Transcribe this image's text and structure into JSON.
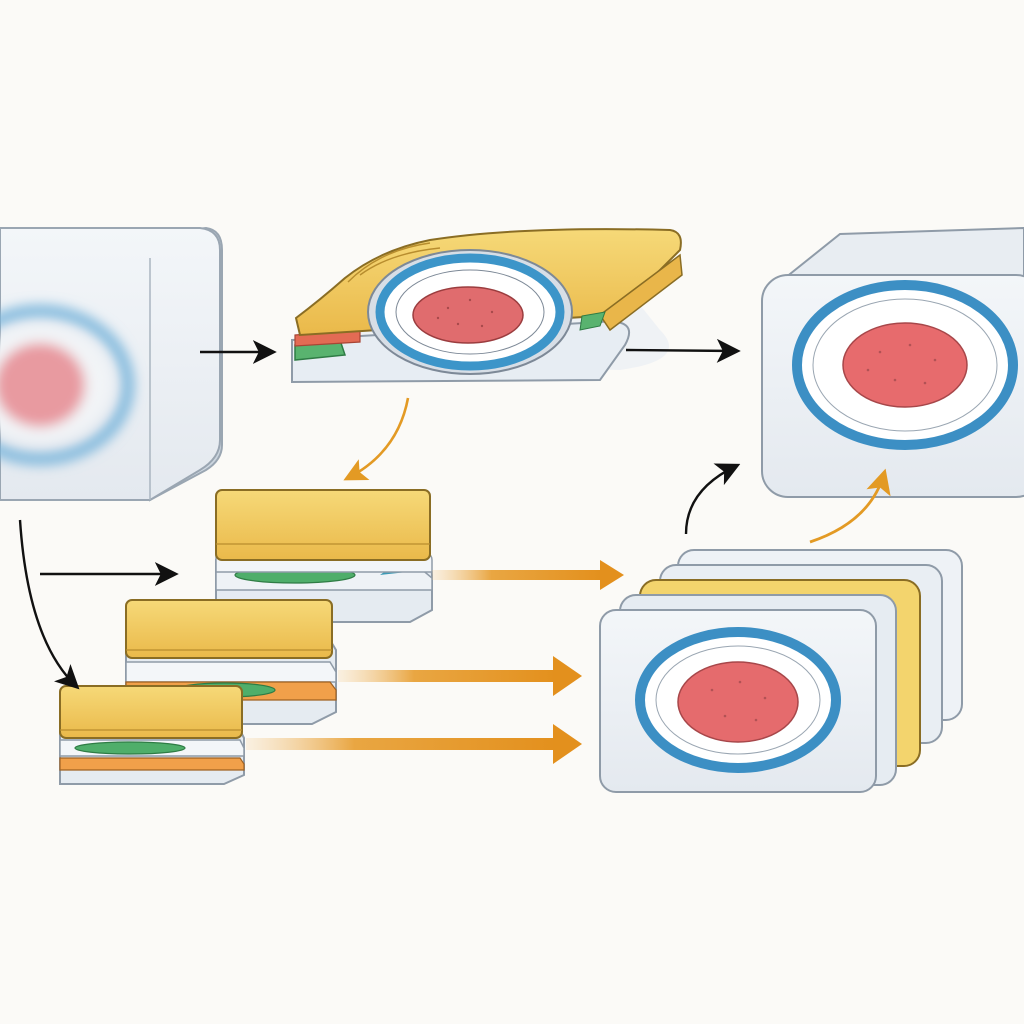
{
  "diagram": {
    "type": "process-flow-illustration",
    "colors": {
      "background": "#fbfaf7",
      "box_face": "#eef2f6",
      "box_side": "#d9e1ea",
      "outline": "#8c98a6",
      "target_ring": "#4a9fd0",
      "target_center": "#e36b6b",
      "target_inner": "#ffffff",
      "layer_yellow": "#f2cd5c",
      "layer_green": "#4fae6a",
      "layer_orange": "#e89a3c",
      "arrow_black": "#111111",
      "arrow_orange": "#e39a24"
    },
    "nodes": [
      {
        "id": "blurred-source-cube",
        "description_icon": "blurred-target-cube"
      },
      {
        "id": "sliced-layered-disc",
        "description_icon": "layered-disc-slice"
      },
      {
        "id": "sharp-result-cube",
        "description_icon": "sharp-target-cube"
      },
      {
        "id": "stacked-slices",
        "description_icon": "slice-stack"
      },
      {
        "id": "combined-slab-stack",
        "description_icon": "stacked-target-panels"
      }
    ],
    "edges": [
      {
        "from": "blurred-source-cube",
        "to": "sliced-layered-disc",
        "style": "black"
      },
      {
        "from": "sliced-layered-disc",
        "to": "sharp-result-cube",
        "style": "black"
      },
      {
        "from": "sliced-layered-disc",
        "to": "stacked-slices",
        "style": "orange"
      },
      {
        "from": "blurred-source-cube",
        "to": "stacked-slices",
        "style": "black"
      },
      {
        "from": "stacked-slices",
        "to": "combined-slab-stack",
        "style": "orange"
      },
      {
        "from": "combined-slab-stack",
        "to": "sharp-result-cube",
        "style": "orange"
      }
    ]
  }
}
